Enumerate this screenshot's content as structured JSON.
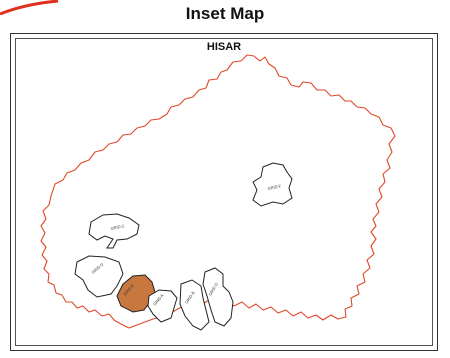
{
  "title": "Inset Map",
  "map": {
    "heading": "HISAR",
    "district_outline_color": "#e0472a",
    "highlight_color": "#c8773f",
    "block_outline_color": "#222222",
    "blocks": [
      {
        "label": "GRID F",
        "highlighted": false
      },
      {
        "label": "GRID C",
        "highlighted": false
      },
      {
        "label": "GRID D",
        "highlighted": false
      },
      {
        "label": "GRID E",
        "highlighted": true
      },
      {
        "label": "GRID A",
        "highlighted": false
      },
      {
        "label": "GRID B",
        "highlighted": false
      },
      {
        "label": "GRID G",
        "highlighted": false
      }
    ]
  }
}
